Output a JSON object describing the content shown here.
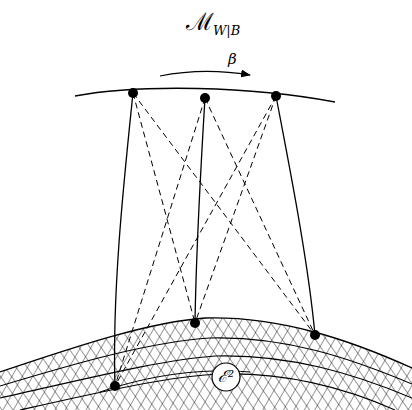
{
  "diagram": {
    "nodes": [
      {
        "text": [
          "ℰ²"
        ]
      }
    ],
    "labels": [
      "ℳ",
      "W|B",
      "β"
    ]
  }
}
